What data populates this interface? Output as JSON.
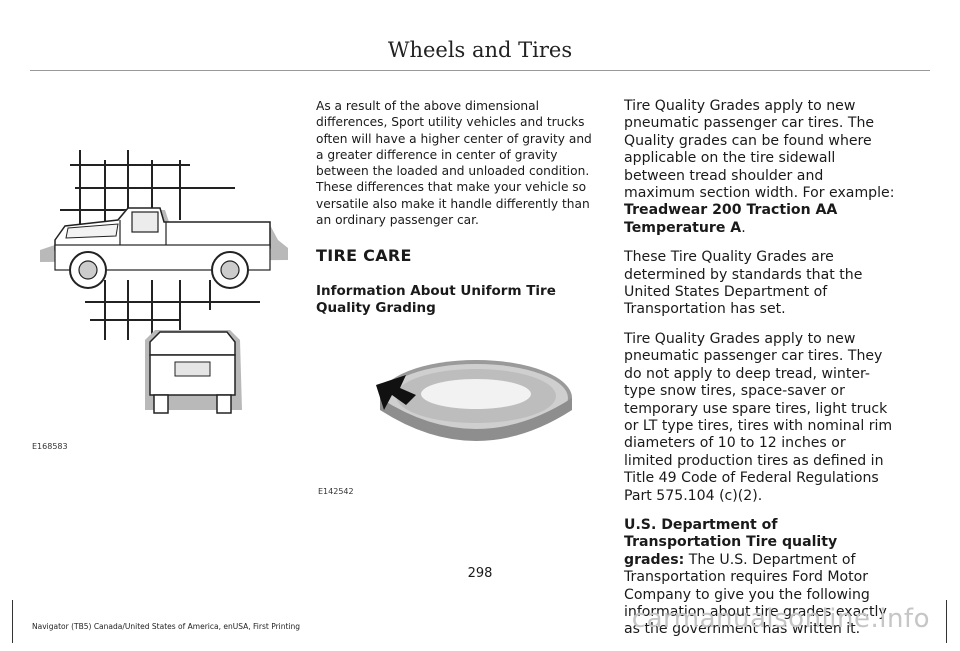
{
  "header": {
    "title": "Wheels and Tires"
  },
  "figures": {
    "truck_id": "E168583",
    "tire_id": "E142542"
  },
  "middle": {
    "intro": "As a result of the above dimensional differences, Sport utility vehicles and trucks often will have a higher center of gravity and a greater difference in center of gravity between the loaded and unloaded condition. These differences that make your vehicle so versatile also make it handle differently than an ordinary passenger car.",
    "section_heading": "TIRE CARE",
    "sub_heading": "Information About Uniform Tire Quality Grading"
  },
  "right": {
    "p1_text": "Tire Quality Grades apply to new pneumatic passenger car tires. The Quality grades can be found where applicable on the tire sidewall between tread shoulder and maximum section width. For example: ",
    "p1_bold": "Treadwear 200 Traction AA Temperature A",
    "p1_end": ".",
    "p2": "These Tire Quality Grades are determined by standards that the United States Department of Transportation has set.",
    "p3": "Tire Quality Grades apply to new pneumatic passenger car tires. They do not apply to deep tread, winter-type snow tires, space-saver or temporary use spare tires, light truck or LT type tires, tires with nominal rim diameters of 10 to 12 inches or limited production tires as defined in Title 49 Code of Federal Regulations Part 575.104 (c)(2).",
    "p4_bold": "U.S. Department of Transportation Tire quality grades:",
    "p4_text": " The U.S. Department of Transportation requires Ford Motor Company to give you the following information about tire grades exactly as the government has written it."
  },
  "page_number": "298",
  "footer": "Navigator (TB5) Canada/United States of America, enUSA, First Printing",
  "watermark": "carmanualsonline.info"
}
